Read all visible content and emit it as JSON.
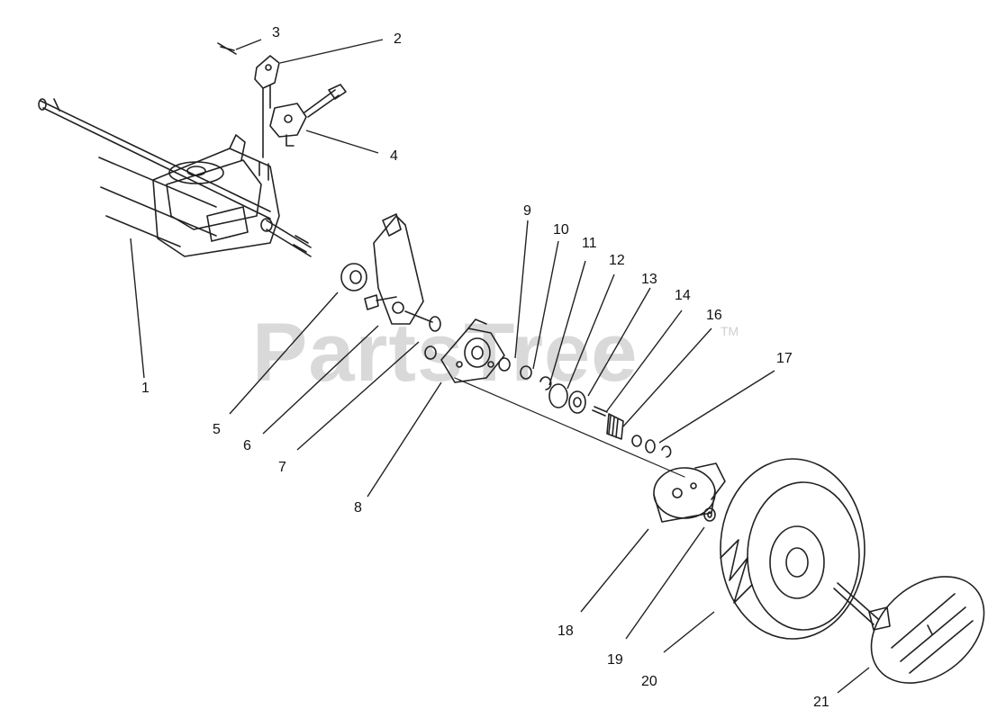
{
  "diagram": {
    "watermark": "PartsTree",
    "watermark_mark": "TM",
    "callouts": [
      "1",
      "2",
      "3",
      "4",
      "5",
      "6",
      "7",
      "8",
      "9",
      "10",
      "11",
      "12",
      "13",
      "14",
      "16",
      "17",
      "18",
      "19",
      "20",
      "21"
    ]
  }
}
